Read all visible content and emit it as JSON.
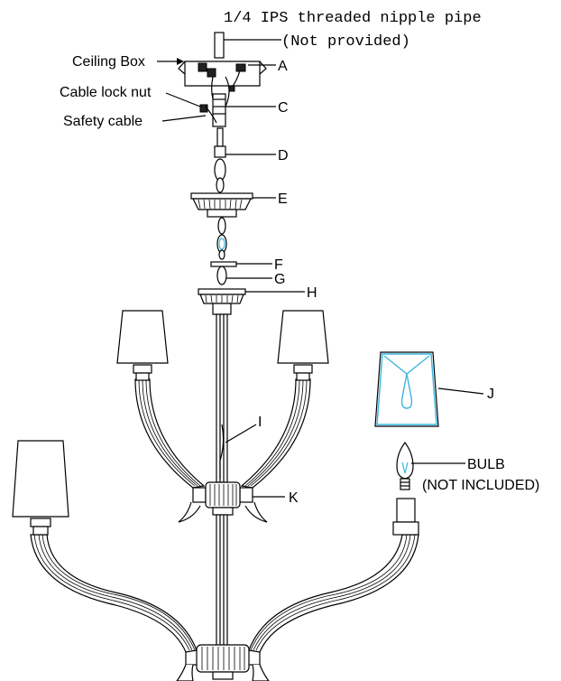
{
  "callouts": {
    "pipe_line1": "1/4 IPS threaded nipple pipe",
    "pipe_line2": "(Not provided)",
    "ceiling_box": "Ceiling Box",
    "cable_lock_nut": "Cable lock nut",
    "safety_cable": "Safety  cable",
    "a": "A",
    "c": "C",
    "d": "D",
    "e": "E",
    "f": "F",
    "g": "G",
    "h": "H",
    "i": "I",
    "j": "J",
    "k": "K",
    "bulb_line1": "BULB",
    "bulb_line2": "(NOT INCLUDED)"
  },
  "colors": {
    "line": "#000000",
    "harp_accent": "#3ab6e0"
  },
  "icons": [
    "chandelier-diagram",
    "lamp-shade-icon",
    "bulb-icon"
  ]
}
